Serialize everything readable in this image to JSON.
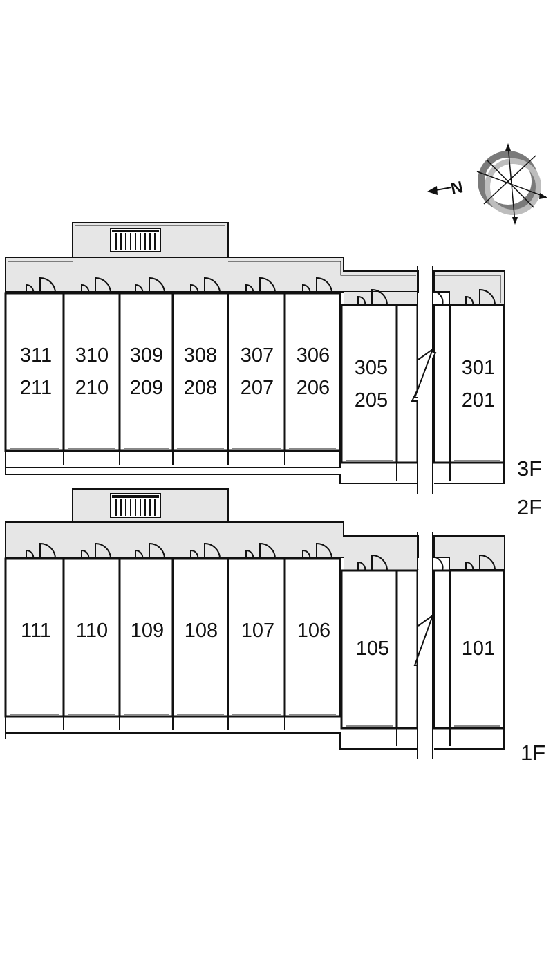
{
  "compass": {
    "label": "N",
    "icon": "north-arrow-compass-icon"
  },
  "colors": {
    "corridor": "#e6e6e6",
    "wall": "#111111",
    "background": "#ffffff",
    "compass_ring": "#777777"
  },
  "upper_block": {
    "floor_labels": [
      "3F",
      "2F"
    ],
    "units": [
      {
        "top": "311",
        "bottom": "211"
      },
      {
        "top": "310",
        "bottom": "210"
      },
      {
        "top": "309",
        "bottom": "209"
      },
      {
        "top": "308",
        "bottom": "208"
      },
      {
        "top": "307",
        "bottom": "207"
      },
      {
        "top": "306",
        "bottom": "206"
      },
      {
        "top": "305",
        "bottom": "205"
      },
      {
        "top": "301",
        "bottom": "201"
      }
    ]
  },
  "lower_block": {
    "floor_labels": [
      "1F"
    ],
    "units": [
      "111",
      "110",
      "109",
      "108",
      "107",
      "106",
      "105",
      "101"
    ]
  }
}
